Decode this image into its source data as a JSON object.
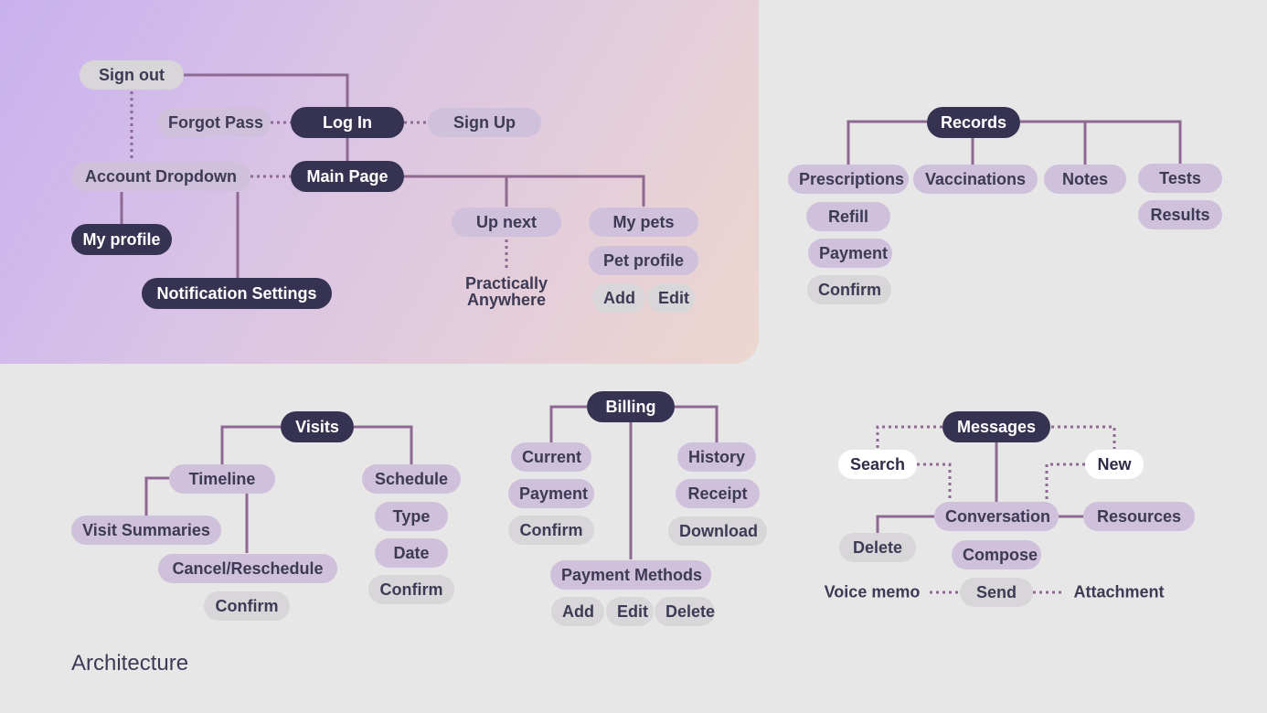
{
  "footer": {
    "title": "Architecture"
  },
  "auth": {
    "sign_out": "Sign out",
    "forgot_pass": "Forgot Pass",
    "log_in": "Log In",
    "sign_up": "Sign Up",
    "account_dropdown": "Account Dropdown",
    "main_page": "Main Page",
    "my_profile": "My profile",
    "notification_settings": "Notification Settings",
    "up_next": "Up next",
    "practically_line1": "Practically",
    "practically_line2": "Anywhere",
    "my_pets": "My pets",
    "pet_profile": "Pet profile",
    "add": "Add",
    "edit": "Edit"
  },
  "records": {
    "title": "Records",
    "prescriptions": "Prescriptions",
    "vaccinations": "Vaccinations",
    "notes": "Notes",
    "tests": "Tests",
    "results": "Results",
    "refill": "Refill",
    "payment": "Payment",
    "confirm": "Confirm"
  },
  "visits": {
    "title": "Visits",
    "timeline": "Timeline",
    "schedule": "Schedule",
    "visit_summaries": "Visit Summaries",
    "cancel_reschedule": "Cancel/Reschedule",
    "confirm_left": "Confirm",
    "type": "Type",
    "date": "Date",
    "confirm_right": "Confirm"
  },
  "billing": {
    "title": "Billing",
    "current": "Current",
    "payment": "Payment",
    "confirm": "Confirm",
    "history": "History",
    "receipt": "Receipt",
    "download": "Download",
    "payment_methods": "Payment Methods",
    "add": "Add",
    "edit": "Edit",
    "delete": "Delete"
  },
  "messages": {
    "title": "Messages",
    "search": "Search",
    "new": "New",
    "conversation": "Conversation",
    "resources": "Resources",
    "delete": "Delete",
    "compose": "Compose",
    "voice_memo": "Voice memo",
    "send": "Send",
    "attachment": "Attachment"
  },
  "colors": {
    "solid_line": "#8e6a93",
    "dotted_line": "#8e6a93",
    "dark_node": "#363352",
    "light_node": "#cfc0dc",
    "grey_node": "#d9d6da"
  }
}
